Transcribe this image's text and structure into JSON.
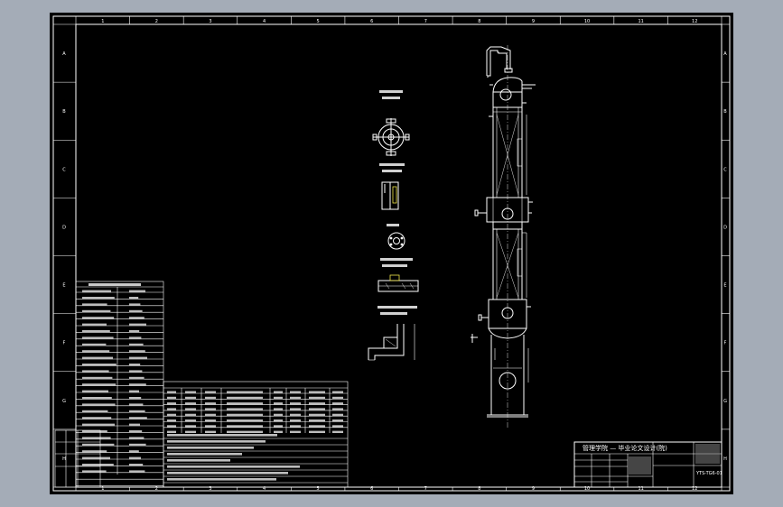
{
  "title_block": {
    "text": "管理学院 — 毕业论文设计(院)",
    "drawing_number": "YTS-TG6-01"
  },
  "grid": {
    "columns": [
      "1",
      "2",
      "3",
      "4",
      "5",
      "6",
      "7",
      "8",
      "9",
      "10",
      "11",
      "12"
    ],
    "rows": [
      "A",
      "B",
      "C",
      "D",
      "E",
      "F",
      "G",
      "H"
    ]
  },
  "colors": {
    "background": "#a4acb7",
    "paper": "#000000",
    "lines": "#ffffff",
    "highlight": "#f2e84a"
  }
}
